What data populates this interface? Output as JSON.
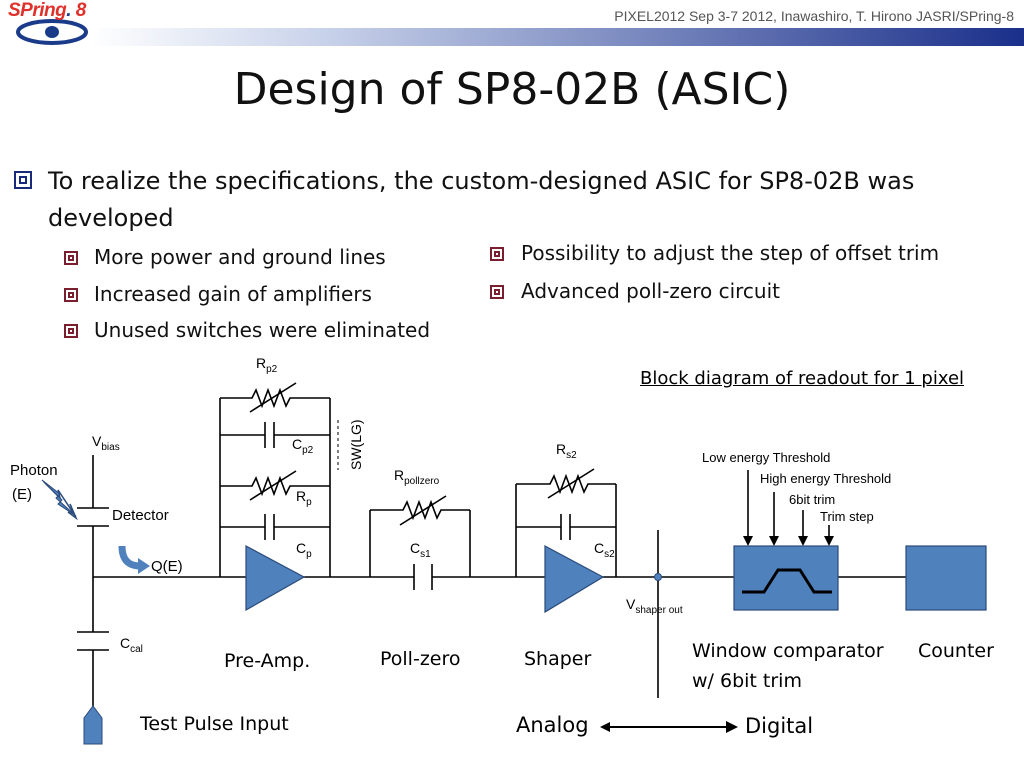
{
  "header": {
    "logo": "SPring-8",
    "logo_main": "SPring",
    "logo_dot": ".",
    "logo_num": " 8",
    "conference": "PIXEL2012 Sep 3-7 2012, Inawashiro, T. Hirono JASRI/SPring-8"
  },
  "title": "Design of SP8-02B (ASIC)",
  "main_bullet": "To realize the specifications, the custom-designed ASIC for SP8-02B was developed",
  "left_bullets": [
    "More power and ground lines",
    "Increased gain of amplifiers",
    "Unused switches were eliminated"
  ],
  "right_bullets": [
    "Possibility to adjust the step of offset trim",
    "Advanced poll-zero circuit"
  ],
  "diagram": {
    "caption": "Block diagram of readout for 1 pixel",
    "labels": {
      "rp2_base": "R",
      "rp2_sub": "p2",
      "cp2_base": "C",
      "cp2_sub": "p2",
      "rp_base": "R",
      "rp_sub": "p",
      "cp_base": "C",
      "cp_sub": "p",
      "sw": "SW(LG)",
      "vbias_base": "V",
      "vbias_sub": "bias",
      "photon": "Photon",
      "photon_e": "(E)",
      "detector": "Detector",
      "qe": "Q(E)",
      "ccal_base": "C",
      "ccal_sub": "cal",
      "rpz_base": "R",
      "rpz_sub": "pollzero",
      "cs1_base": "C",
      "cs1_sub": "s1",
      "rs2_base": "R",
      "rs2_sub": "s2",
      "cs2_base": "C",
      "cs2_sub": "s2",
      "vshaper_base": "V",
      "vshaper_sub": "shaper out",
      "low_threshold": "Low energy Threshold",
      "high_threshold": "High energy Threshold",
      "bit6_trim": "6bit trim",
      "trim_step": "Trim step"
    },
    "stages": {
      "preamp": "Pre-Amp.",
      "pollzero": "Poll-zero",
      "shaper": "Shaper",
      "comparator_l1": "Window comparator",
      "comparator_l2": "w/ 6bit trim",
      "counter": "Counter",
      "test_pulse": "Test Pulse Input",
      "analog": "Analog",
      "digital": "Digital"
    },
    "colors": {
      "block_fill": "#4f81bd",
      "block_stroke": "#2a4a7a",
      "wire": "#000000",
      "bullet_main": "#1a2a7a",
      "bullet_sub": "#7a1f2e"
    }
  }
}
